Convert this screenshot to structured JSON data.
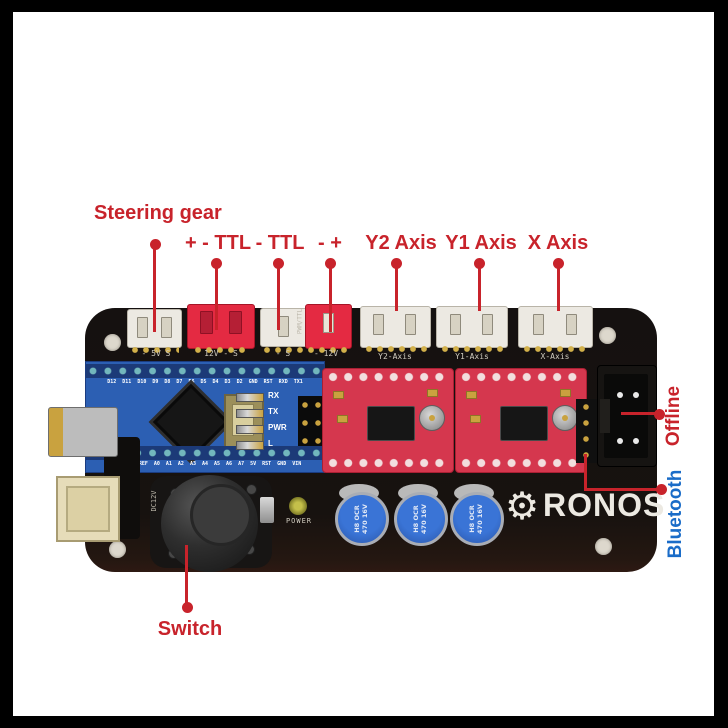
{
  "colors": {
    "callout_red": "#c8232b",
    "bluetooth_blue": "#1a6cc8",
    "board_black": "#17120f",
    "connector_red": "#e42a42",
    "driver_red": "#d5374e",
    "nano_blue": "#2c5fb3"
  },
  "callouts": {
    "steering_gear": "Steering gear",
    "laser_pwm": "+ - TTL",
    "ttl": "- TTL",
    "power_in": "- +",
    "y2_axis": "Y2 Axis",
    "y1_axis": "Y1 Axis",
    "x_axis": "X Axis",
    "offline": "Offline",
    "bluetooth": "Bluetooth",
    "switch": "Switch"
  },
  "board": {
    "silkscreen": {
      "servo": "- 5V S",
      "laser": "12V - S",
      "ttl": "- S",
      "power": "- 12V",
      "pwm_ttl": "PWM/TTL",
      "dc12v": "DC12V",
      "y2": "Y2-Axis",
      "y1": "Y1-Axis",
      "x": "X-Axis",
      "power_led": "POWER"
    },
    "nano": {
      "digital_pins": "D12 D11 D10 D9 D8 D7 D6 D5 D4 D3 D2 GND RST RXD TX1",
      "analog_pins": "D13 3V3 REF A0 A1 A2 A3 A4 A5 A6 A7 5V RST GND VIN",
      "led_labels": [
        "RX",
        "TX",
        "PWR",
        "L"
      ]
    },
    "capacitor_label": "H8 OCR 470 16V",
    "logo": {
      "emblem": "⚙",
      "text": "RONOS"
    }
  }
}
